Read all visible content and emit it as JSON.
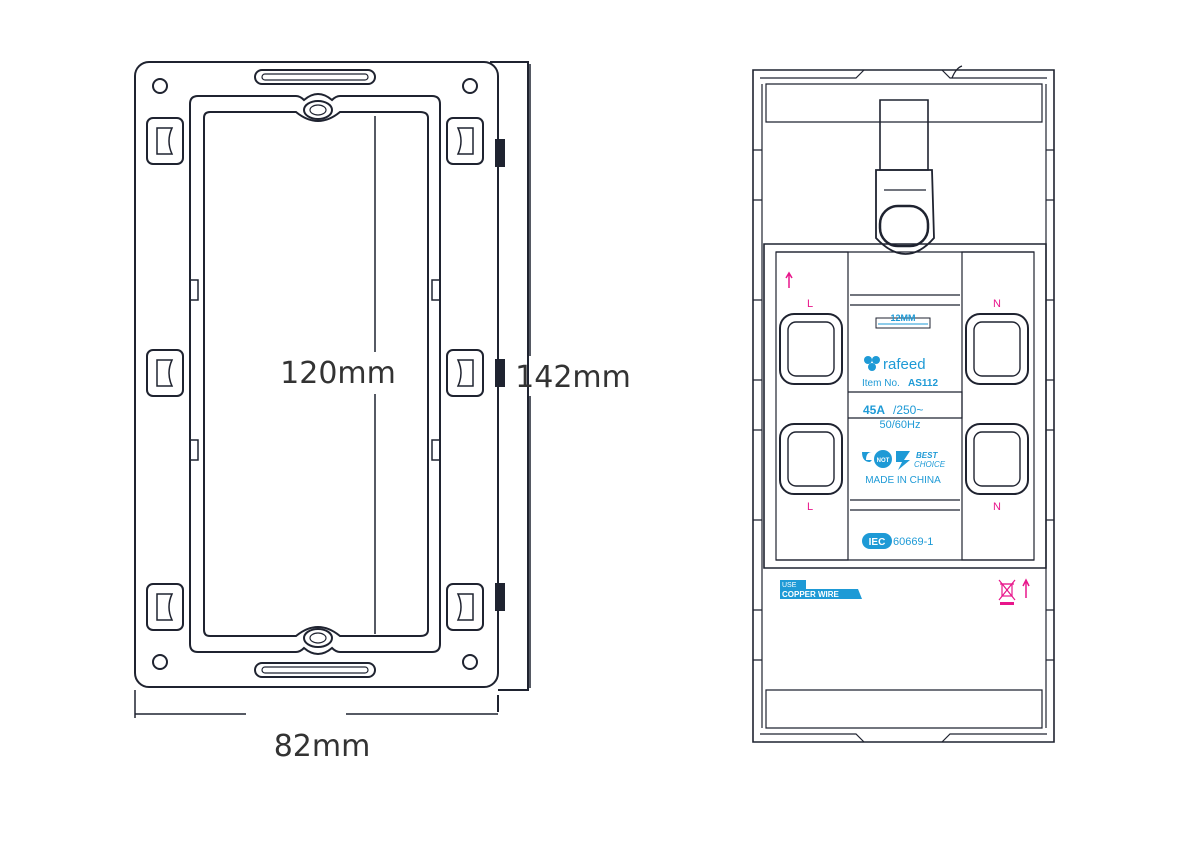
{
  "dimensions": {
    "inner_height": "120mm",
    "outer_height": "142mm",
    "width": "82mm"
  },
  "switch_labels": {
    "pole_top_left": "L",
    "pole_top_right": "N",
    "pole_bottom_left": "L",
    "pole_bottom_right": "N",
    "strip_length": "12MM",
    "brand": "rafeed",
    "item_prefix": "Item No.",
    "item_number": "AS112",
    "rating_current": "45A",
    "rating_voltage": "/250~",
    "rating_frequency": "50/60Hz",
    "cert_mark_1": "NOT",
    "cert_best": "BEST",
    "cert_choice": "CHOICE",
    "origin": "MADE IN CHINA",
    "iec_badge": "IEC",
    "iec_standard": "60669-1",
    "wire_note_1": "USE",
    "wire_note_2": "COPPER WIRE"
  },
  "colors": {
    "line": "#1f2330",
    "magenta": "#e8168b",
    "blue": "#1e9ad6",
    "dimension_text": "#333333"
  }
}
